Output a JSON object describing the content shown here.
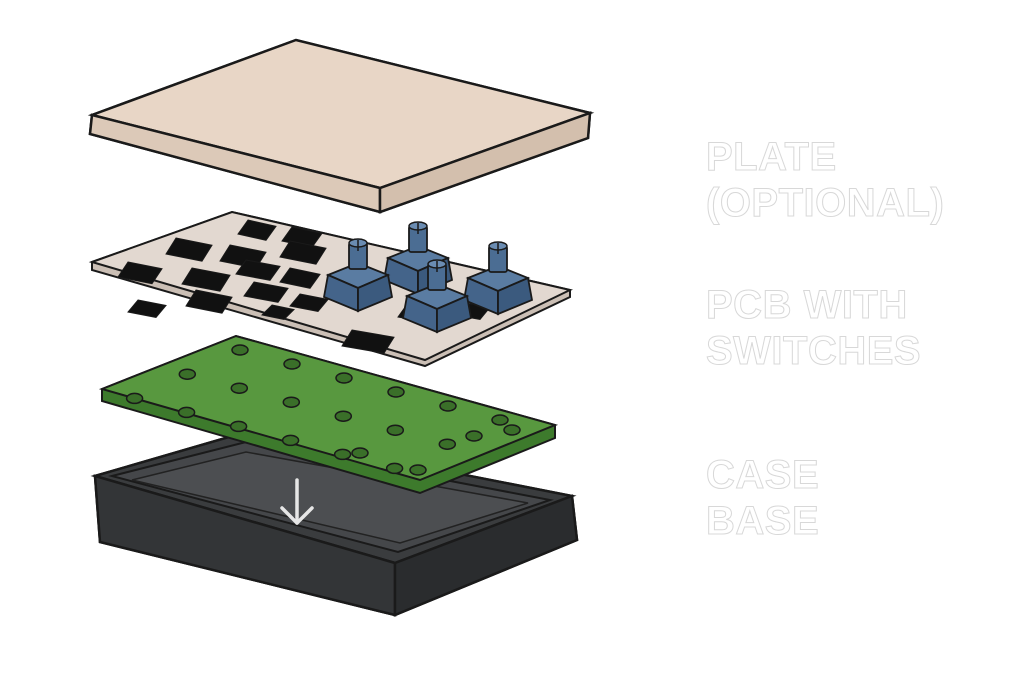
{
  "labels": {
    "plate": [
      "PLATE",
      "(OPTIONAL)"
    ],
    "pcb": [
      "PCB WITH",
      "SWITCHES"
    ],
    "case": [
      "CASE",
      "BASE"
    ]
  },
  "colors": {
    "plate": "#e8d6c6",
    "pcb_sheet": "#e2d8d0",
    "switch": "#4a6a8e",
    "green_board": "#4f8f3a",
    "case": "#3d3f41",
    "outline": "#1a1a1a"
  },
  "icons": [
    "arrow-down-icon"
  ]
}
